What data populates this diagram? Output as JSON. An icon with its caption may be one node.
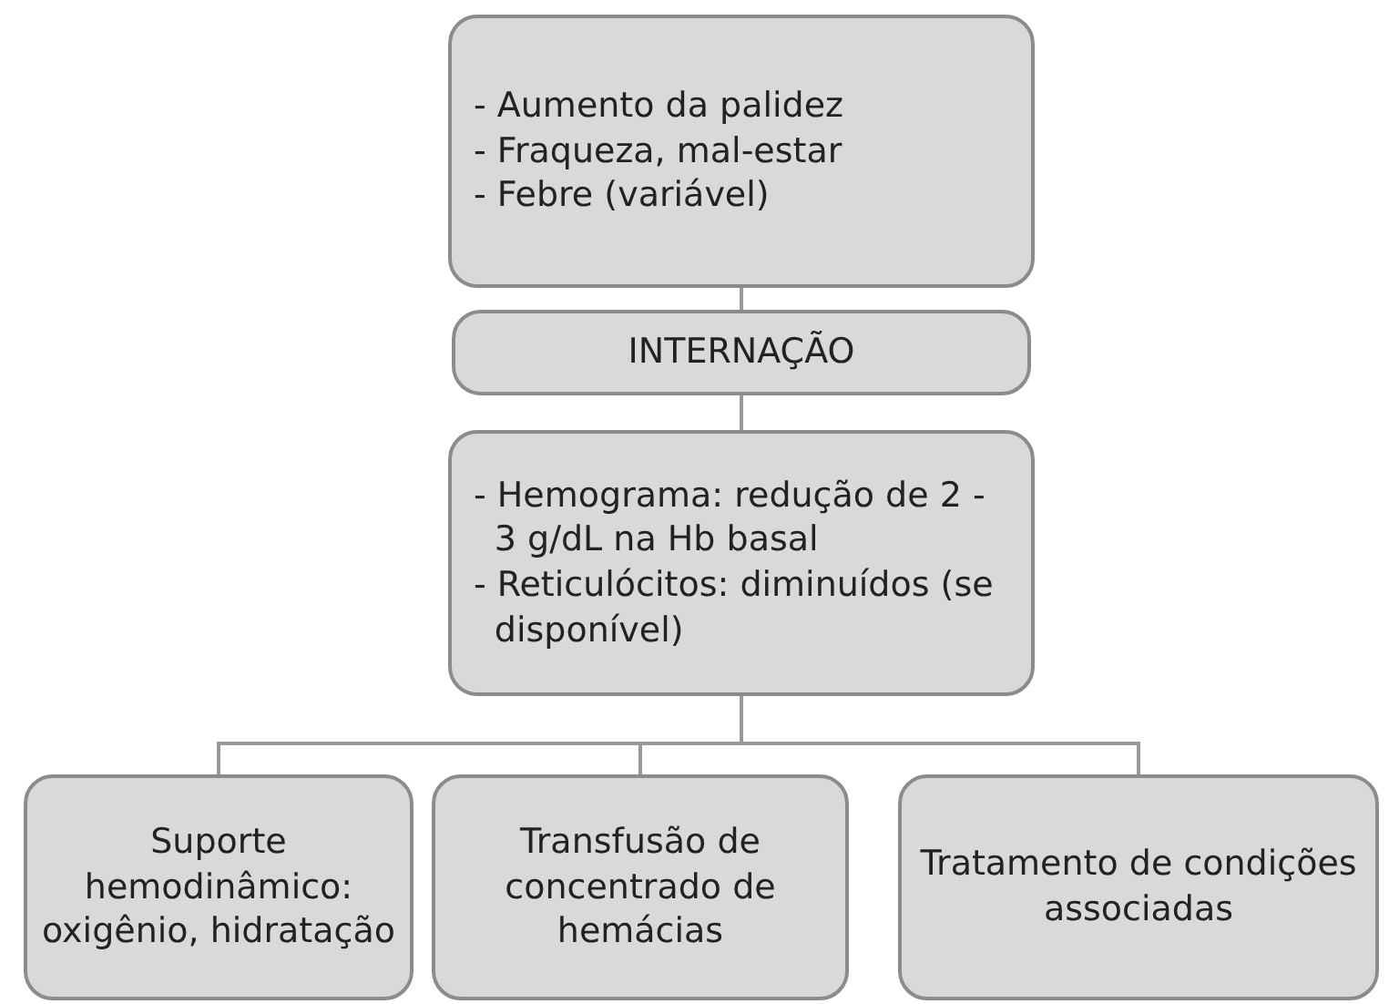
{
  "diagram": {
    "nodes": [
      {
        "text": [
          "- Aumento da palidez",
          "- Fraqueza, mal-estar",
          "- Febre (variável)"
        ]
      },
      {
        "text": [
          "INTERNAÇÃO"
        ]
      },
      {
        "text": [
          "- Hemograma: redução de 2 - 3 g/dL na Hb basal",
          "- Reticulócitos: diminuídos (se disponível)"
        ]
      },
      {
        "text": [
          "Suporte hemodinâmico: oxigênio, hidratação"
        ]
      },
      {
        "text": [
          "Transfusão de concentrado de hemácias"
        ]
      },
      {
        "text": [
          "Tratamento de condições associadas"
        ]
      }
    ],
    "edges": [
      {
        "from": 0,
        "to": 1,
        "arrow": "none"
      },
      {
        "from": 1,
        "to": 2,
        "arrow": "none"
      },
      {
        "from": 2,
        "to": 3,
        "arrow": "none"
      },
      {
        "from": 2,
        "to": 4,
        "arrow": "none"
      },
      {
        "from": 2,
        "to": 5,
        "arrow": "none"
      }
    ]
  }
}
